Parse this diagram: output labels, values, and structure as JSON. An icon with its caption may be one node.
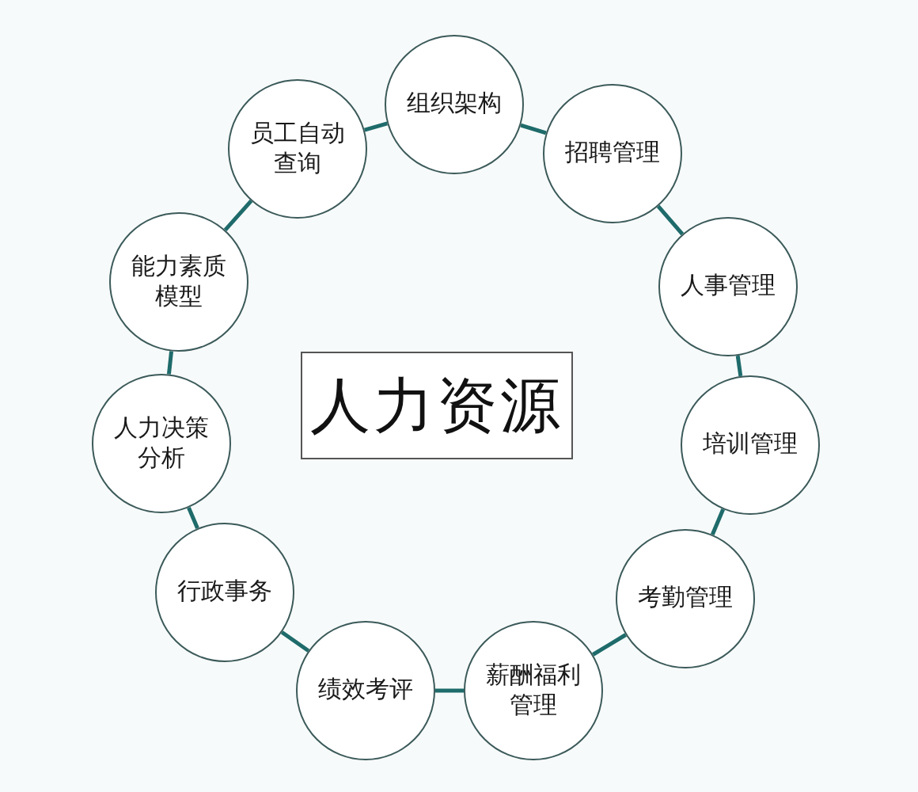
{
  "diagram": {
    "nodes": [
      {
        "text": [
          "组织架构"
        ]
      },
      {
        "text": [
          "招聘管理"
        ]
      },
      {
        "text": [
          "人事管理"
        ]
      },
      {
        "text": [
          "培训管理"
        ]
      },
      {
        "text": [
          "考勤管理"
        ]
      },
      {
        "text": [
          "薪酬福利管理"
        ]
      },
      {
        "text": [
          "绩效考评"
        ]
      },
      {
        "text": [
          "行政事务"
        ]
      },
      {
        "text": [
          "人力决策分析"
        ]
      },
      {
        "text": [
          "能力素质模型"
        ]
      },
      {
        "text": [
          "员工自动查询"
        ]
      },
      {
        "text": [
          "人力资源"
        ]
      }
    ],
    "edges": [
      {
        "from": 0,
        "to": 1,
        "arrow": "none"
      },
      {
        "from": 1,
        "to": 2,
        "arrow": "none"
      },
      {
        "from": 2,
        "to": 3,
        "arrow": "none"
      },
      {
        "from": 3,
        "to": 4,
        "arrow": "none"
      },
      {
        "from": 4,
        "to": 5,
        "arrow": "none"
      },
      {
        "from": 5,
        "to": 6,
        "arrow": "none"
      },
      {
        "from": 6,
        "to": 7,
        "arrow": "none"
      },
      {
        "from": 7,
        "to": 8,
        "arrow": "none"
      },
      {
        "from": 8,
        "to": 9,
        "arrow": "none"
      },
      {
        "from": 9,
        "to": 10,
        "arrow": "none"
      },
      {
        "from": 10,
        "to": 0,
        "arrow": "none"
      }
    ]
  }
}
